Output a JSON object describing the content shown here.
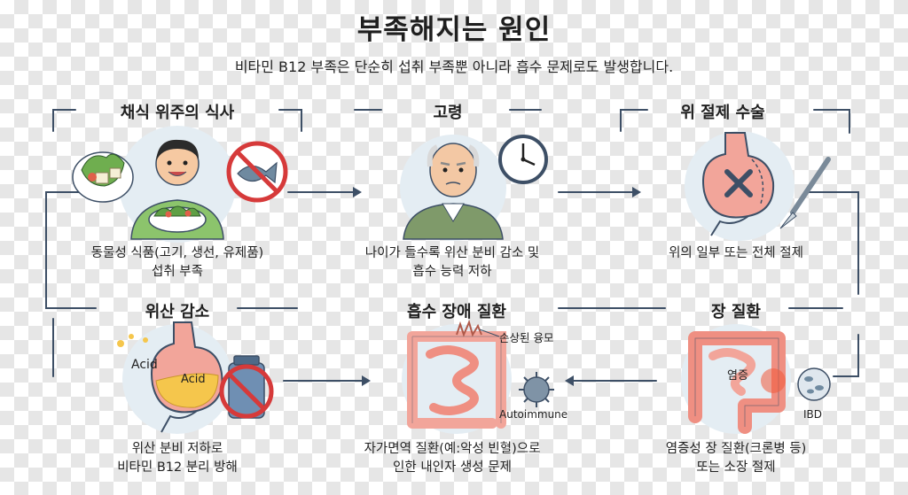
{
  "header": {
    "title": "부족해지는 원인",
    "subtitle": "비타민 B12 부족은 단순히 섭취 부족뿐 아니라 흡수 문제로도 발생합니다."
  },
  "causes": [
    {
      "title": "채식 위주의 식사",
      "desc1": "동물성 식품(고기, 생선, 유제품)",
      "desc2": "섭취 부족"
    },
    {
      "title": "고령",
      "desc1": "나이가 들수록 위산 분비 감소 및",
      "desc2": "흡수 능력 저하"
    },
    {
      "title": "위 절제 수술",
      "desc1": "위의 일부 또는 전체 절제",
      "desc2": ""
    },
    {
      "title": "위산 감소",
      "desc1": "위산 분비 저하로",
      "desc2": "비타민 B12 분리 방해"
    },
    {
      "title": "흡수 장애 질환",
      "desc1": "자가면역 질환(예:악성 빈혈)으로",
      "desc2": "인한 내인자 생성 문제"
    },
    {
      "title": "장 질환",
      "desc1": "염증성 장 질환(크론병 등)",
      "desc2": "또는 소장 절제"
    }
  ],
  "labels": {
    "acid1": "Acid",
    "acid2": "Acid",
    "villi": "손상된 융모",
    "autoimmune": "Autoimmune",
    "inflammation": "염증",
    "ibd": "IBD"
  },
  "colors": {
    "line": "#3d4f66",
    "circle": "#e4edf3",
    "stomach": "#f2a59a",
    "acid": "#f5c64c"
  }
}
